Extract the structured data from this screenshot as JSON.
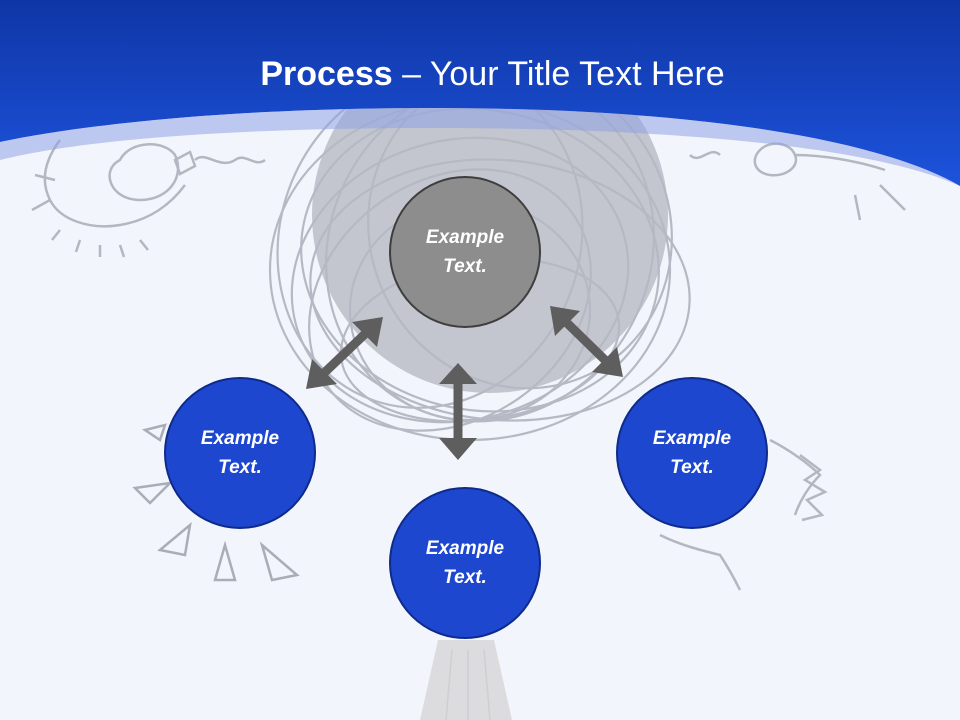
{
  "slide": {
    "title_bold": "Process",
    "title_rest": " – Your Title Text Here"
  },
  "nodes": {
    "center": {
      "line1": "Example",
      "line2": "Text."
    },
    "left": {
      "line1": "Example",
      "line2": "Text."
    },
    "bottom": {
      "line1": "Example",
      "line2": "Text."
    },
    "right": {
      "line1": "Example",
      "line2": "Text."
    }
  },
  "colors": {
    "header_blue": "#1a4bd6",
    "node_blue": "#1e47cf",
    "node_gray": "#8d8d8d",
    "arrow": "#5e5e5e",
    "doodle": "#b8bcc6",
    "background": "#f2f5fb"
  }
}
